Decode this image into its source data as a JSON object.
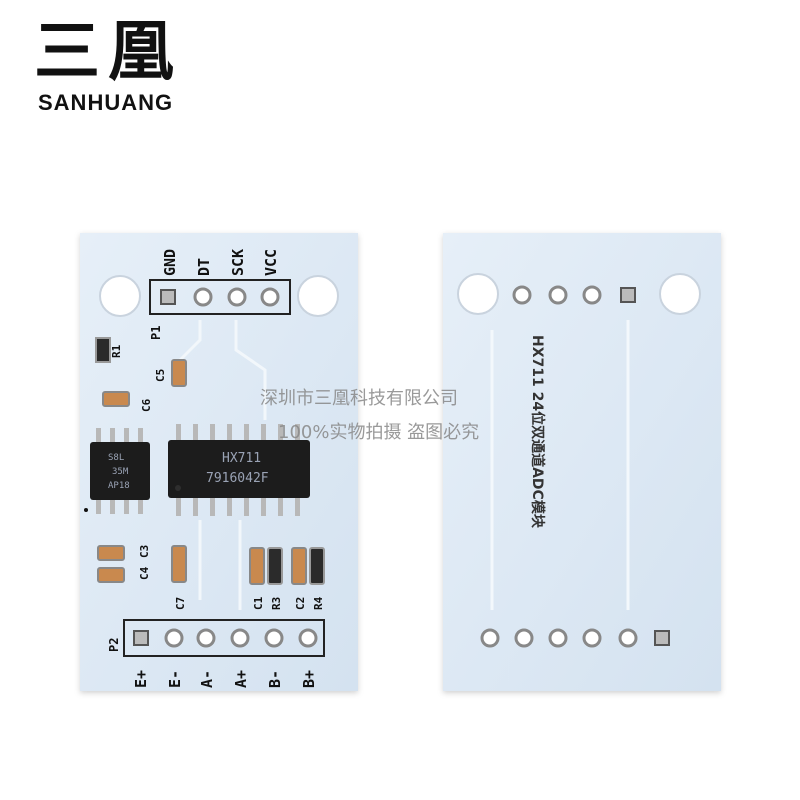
{
  "brand": {
    "cn": "三凰",
    "en": "SANHUANG"
  },
  "front_board": {
    "header_pins": [
      "GND",
      "DT",
      "SCK",
      "VCC"
    ],
    "header_label": "P1",
    "terminal_pins": [
      "E+",
      "E-",
      "A-",
      "A+",
      "B-",
      "B+"
    ],
    "terminal_label": "P2",
    "chip_main": {
      "line1": "HX711",
      "line2": "7916042F"
    },
    "chip_reg": {
      "line1": "S8L",
      "line2": "35M",
      "line3": "AP18"
    },
    "component_labels": {
      "r1": "R1",
      "c5": "C5",
      "c6": "C6",
      "c3": "C3",
      "c4": "C4",
      "c7": "C7",
      "c1": "C1",
      "r3": "R3",
      "c2": "C2",
      "r4": "R4"
    }
  },
  "back_board": {
    "label": "HX711 24位双通道ADC模块"
  },
  "watermark": {
    "line1": "深圳市三凰科技有限公司",
    "line2": "100%实物拍摄 盗图必究"
  },
  "colors": {
    "board": "#dce8f4",
    "chip": "#1c1c1c",
    "pin": "#b8b8b8",
    "capacitor": "#c9894e"
  }
}
